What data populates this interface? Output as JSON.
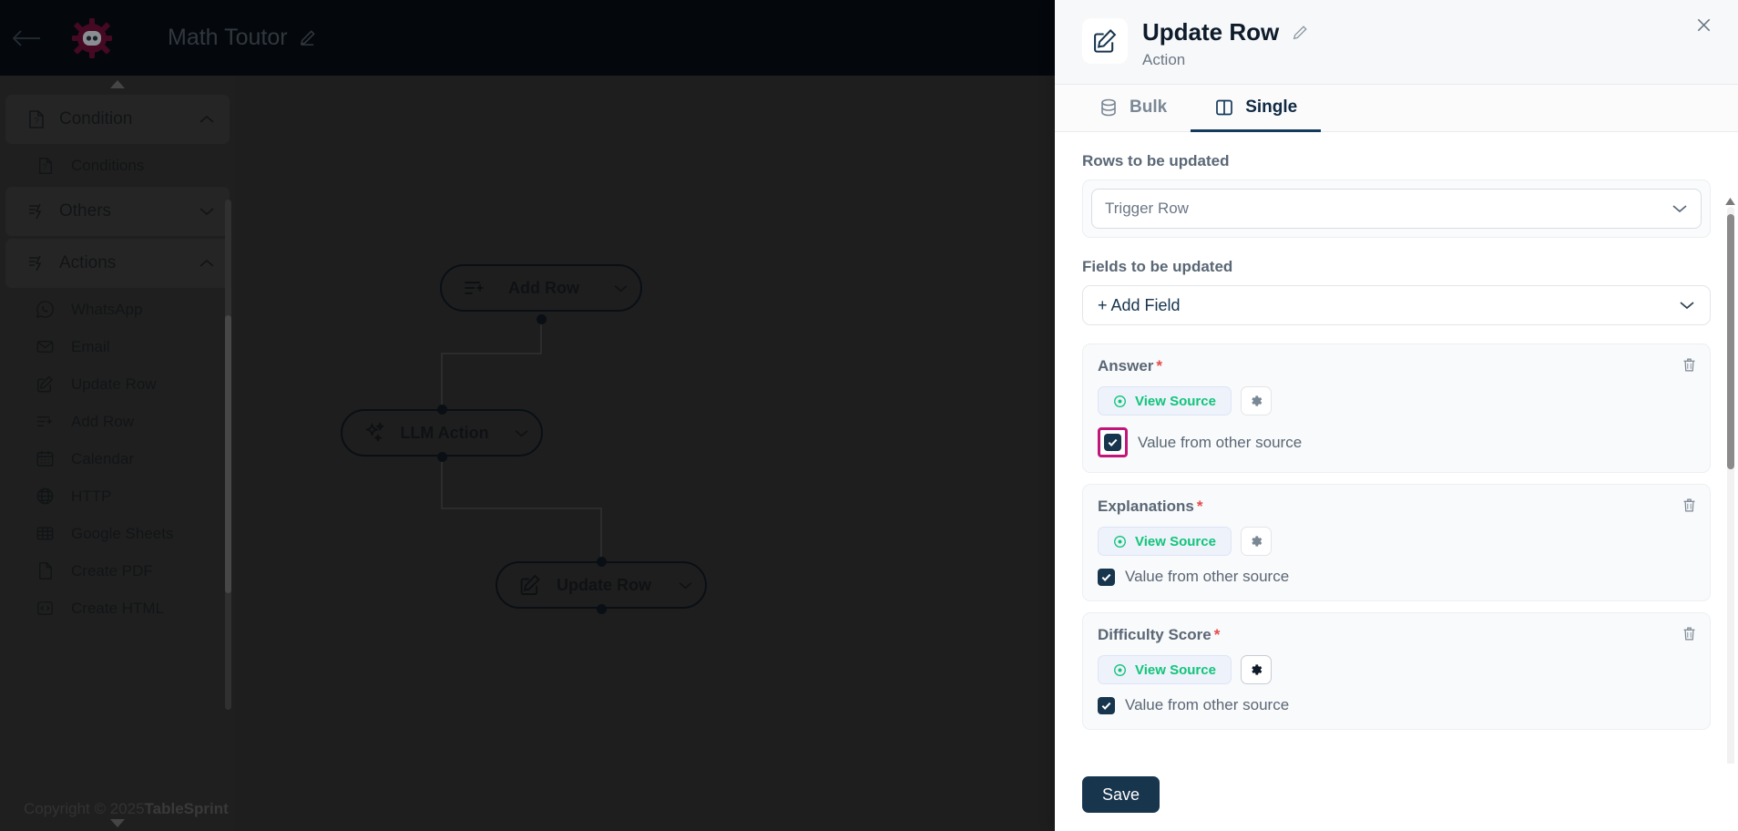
{
  "topbar": {
    "back_icon": "arrow-left-icon",
    "logo_icon": "robot-gear-logo",
    "title": "Math Toutor",
    "edit_icon": "pencil-icon"
  },
  "sidebar": {
    "groups": [
      {
        "label": "Condition",
        "icon": "question-doc-icon",
        "expanded": true,
        "chevron": "chevron-up",
        "items": [
          {
            "label": "Conditions",
            "icon": "question-doc-icon"
          }
        ]
      },
      {
        "label": "Others",
        "icon": "flash-doc-icon",
        "expanded": false,
        "chevron": "chevron-down",
        "items": []
      },
      {
        "label": "Actions",
        "icon": "flash-doc-icon",
        "expanded": true,
        "chevron": "chevron-up",
        "items": [
          {
            "label": "WhatsApp",
            "icon": "whatsapp-icon"
          },
          {
            "label": "Email",
            "icon": "envelope-icon"
          },
          {
            "label": "Update Row",
            "icon": "edit-square-icon"
          },
          {
            "label": "Add Row",
            "icon": "add-row-icon"
          },
          {
            "label": "Calendar",
            "icon": "calendar-icon"
          },
          {
            "label": "HTTP",
            "icon": "globe-icon"
          },
          {
            "label": "Google Sheets",
            "icon": "table-icon"
          },
          {
            "label": "Create PDF",
            "icon": "file-icon"
          },
          {
            "label": "Create HTML",
            "icon": "code-brackets-icon"
          }
        ]
      }
    ],
    "copyright_prefix": "Copyright © 2025 ",
    "copyright_brand": "TableSprint"
  },
  "canvas": {
    "nodes": [
      {
        "label": "Add Row",
        "icon": "add-row-icon",
        "chevron": "chevron-down"
      },
      {
        "label": "LLM Action",
        "icon": "sparkles-icon",
        "chevron": "chevron-down"
      },
      {
        "label": "Update Row",
        "icon": "edit-square-icon",
        "chevron": "chevron-down"
      }
    ]
  },
  "panel": {
    "icon": "edit-square-icon",
    "title": "Update Row",
    "edit_icon": "pencil-icon",
    "subtitle": "Action",
    "close_icon": "close-icon",
    "tabs": [
      {
        "label": "Bulk",
        "icon": "database-icon",
        "active": false
      },
      {
        "label": "Single",
        "icon": "columns-icon",
        "active": true
      }
    ],
    "rows_section_label": "Rows to be updated",
    "rows_select": {
      "value": "Trigger Row",
      "chevron_icon": "chevron-down-icon"
    },
    "fields_section_label": "Fields to be updated",
    "add_field": {
      "label": "+ Add Field",
      "chevron_icon": "chevron-down-icon"
    },
    "field_cards": [
      {
        "name": "Answer",
        "required_marker": "*",
        "view_source_label": "View Source",
        "view_source_icon": "eye-icon",
        "gear_icon": "gear-icon",
        "gear_focused": false,
        "trash_icon": "trash-icon",
        "checkbox_label": "Value from other source",
        "checked": true,
        "highlighted": true
      },
      {
        "name": "Explanations",
        "required_marker": "*",
        "view_source_label": "View Source",
        "view_source_icon": "eye-icon",
        "gear_icon": "gear-icon",
        "gear_focused": false,
        "trash_icon": "trash-icon",
        "checkbox_label": "Value from other source",
        "checked": true,
        "highlighted": false
      },
      {
        "name": "Difficulty Score",
        "required_marker": "*",
        "view_source_label": "View Source",
        "view_source_icon": "eye-icon",
        "gear_icon": "gear-icon",
        "gear_focused": true,
        "trash_icon": "trash-icon",
        "checkbox_label": "Value from other source",
        "checked": true,
        "highlighted": false
      }
    ],
    "save_label": "Save"
  },
  "colors": {
    "brand_dark": "#17354d",
    "accent_green": "#12c47a",
    "highlight_magenta": "#c2157a",
    "required_red": "#e54b4b",
    "panel_bg": "#ffffff",
    "canvas_bg": "#2e2e2e",
    "topbar_bg": "#070d14"
  }
}
